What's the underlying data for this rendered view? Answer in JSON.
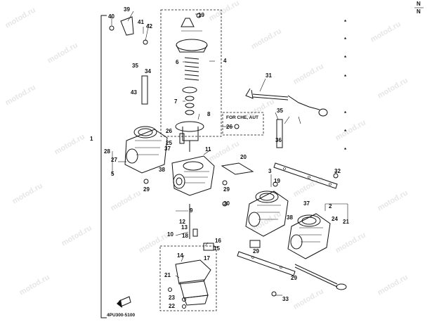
{
  "diagram": {
    "code_label": "4PU300-5100",
    "box_label": "FOR CHE, AUT",
    "corner_letters": [
      "N",
      "N"
    ],
    "watermark": "motod.ru",
    "part_numbers": [
      "1",
      "2",
      "3",
      "4",
      "5",
      "6",
      "7",
      "8",
      "9",
      "10",
      "11",
      "12",
      "13",
      "14",
      "15",
      "16",
      "17",
      "18",
      "19",
      "20",
      "21",
      "22",
      "23",
      "24",
      "25",
      "26",
      "27",
      "28",
      "29",
      "30",
      "31",
      "32",
      "33",
      "34",
      "35",
      "36",
      "37",
      "38",
      "39",
      "40",
      "41",
      "42",
      "43"
    ]
  },
  "colors": {
    "ink": "#111111",
    "background": "#ffffff",
    "watermark": "#c8c8c8"
  }
}
